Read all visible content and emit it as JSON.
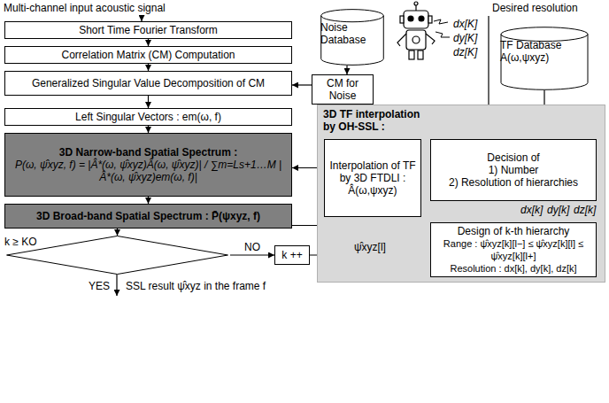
{
  "diagram": {
    "nodes": [
      {
        "text": [
          "Short Time Fourier Transform"
        ]
      },
      {
        "text": [
          "Correlation Matrix (CM) Computation"
        ]
      },
      {
        "text": [
          "Noise Database"
        ]
      },
      {
        "text": [
          "Generalized Singular Value Decomposition of CM"
        ]
      },
      {
        "text": [
          "CM for Noise"
        ]
      },
      {
        "text": [
          "TF Database",
          "A(ω,ψxyz)"
        ]
      },
      {
        "text": [
          "Left Singular Vectors : em(ω, f)"
        ]
      },
      {
        "text": [
          "3D TF interpolation by OH-SSL :"
        ]
      },
      {
        "text": [
          "3D Narrow-band Spatial Spectrum :",
          "P(ω, ψ̂xyz, f) = |Â*(ω, ψ̂xyz)Â(ω, ψ̂xyz)| / ∑m=Ls+1…M |Â*(ω, ψ̂xyz)em(ω, f)|"
        ]
      },
      {
        "text": [
          "Interpolation of TF by 3D FTDLI :",
          "Â(ω,ψxyz)"
        ],
        "in": 7
      },
      {
        "text": [
          "Decision of",
          "1) Number",
          "2) Resolution of hierarchies"
        ],
        "in": 7
      },
      {
        "text": [
          "3D Broad-band Spatial Spectrum : P̄(ψxyz, f)"
        ]
      },
      {
        "text": [
          "Design of k-th hierarchy",
          "Range : ψ̂xyz[k][l−] ≤ ψ̂xyz[k][l] ≤ ψ̂xyz[k][l+]",
          "Resolution : dx[k], dy[k], dz[k]"
        ],
        "in": 7
      },
      {
        "text": [
          "k ≥ KO"
        ]
      },
      {
        "text": [
          "k ++"
        ]
      }
    ],
    "edges": [
      {
        "from": 0,
        "to": 1,
        "arrow": "to"
      },
      {
        "from": 1,
        "to": 3,
        "arrow": "to"
      },
      {
        "from": 3,
        "to": 6,
        "arrow": "to"
      },
      {
        "from": 6,
        "to": 8,
        "arrow": "to"
      },
      {
        "from": 8,
        "to": 11,
        "arrow": "to"
      },
      {
        "from": 11,
        "to": 13,
        "arrow": "to"
      },
      {
        "from": 2,
        "to": 4,
        "arrow": "to"
      },
      {
        "from": 4,
        "to": 3,
        "arrow": "to"
      },
      {
        "from": 5,
        "to": 10,
        "arrow": "to"
      },
      {
        "from": 10,
        "to": 12,
        "arrow": "to"
      },
      {
        "from": 10,
        "to": 9,
        "arrow": "to"
      },
      {
        "from": 9,
        "to": 8,
        "arrow": "to"
      },
      {
        "from": 11,
        "to": 12,
        "arrow": "to"
      },
      {
        "from": 13,
        "to": 14,
        "label": "NO",
        "arrow": "to"
      },
      {
        "from": 14,
        "to": 12,
        "label": "ψ̂xyz[l]",
        "arrow": "to"
      }
    ],
    "labels": [
      "Multi-channel input acoustic signal",
      "Desired resolution",
      "dx[K]",
      "dy[K]",
      "dz[K]",
      "dx[k]",
      "dy[k]",
      "dz[k]",
      "YES",
      "SSL result ψ̂xyz in the frame f"
    ]
  }
}
